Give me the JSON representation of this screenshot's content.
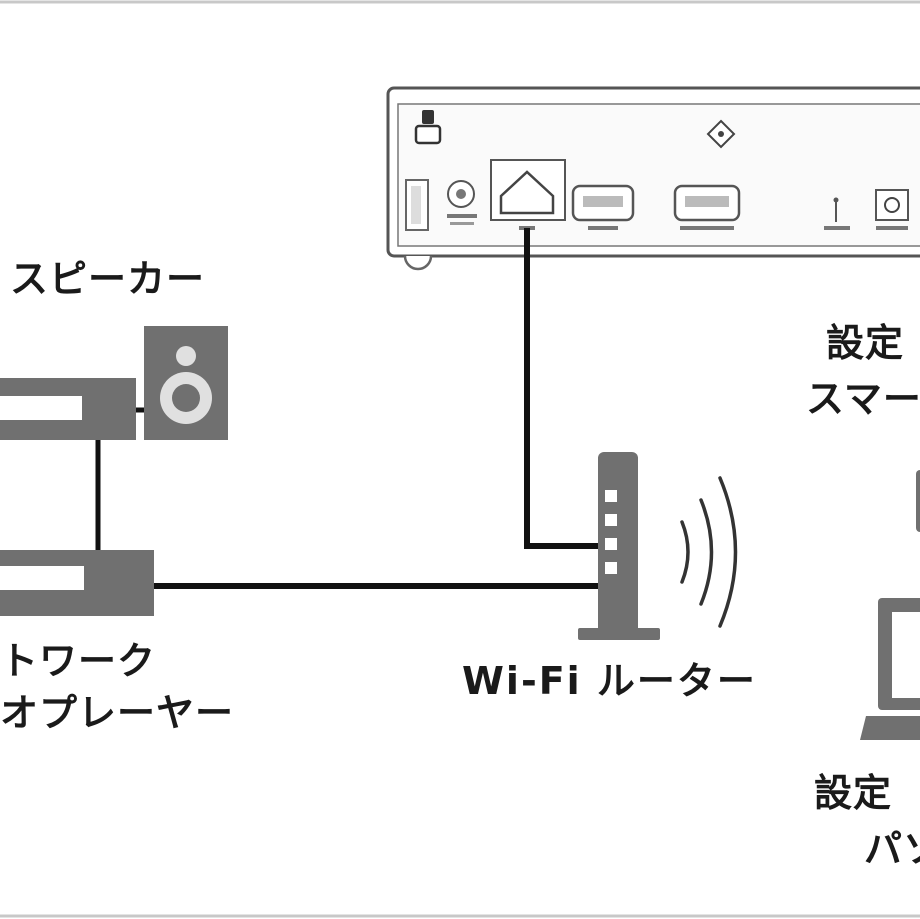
{
  "labels": {
    "speaker": "スピーカー",
    "network_player_line1": "トワーク",
    "network_player_line2": "オプレーヤー",
    "router": "Wi-Fi ルーター",
    "smartphone_line1": "設定",
    "smartphone_line2": "スマー",
    "pc_line1": "設定",
    "pc_line2": "パソ"
  },
  "colors": {
    "device_gray": "#707070",
    "line": "#111111",
    "outline": "#555555"
  }
}
